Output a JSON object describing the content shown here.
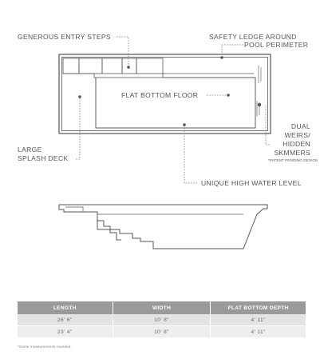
{
  "callouts": {
    "entry_steps": "GENEROUS ENTRY STEPS",
    "safety_ledge_line1": "SAFETY LEDGE AROUND",
    "safety_ledge_line2": "POOL PERIMETER",
    "flat_bottom": "FLAT BOTTOM FLOOR",
    "large_splash_line1": "LARGE",
    "large_splash_line2": "SPLASH DECK",
    "weirs_line1": "DUAL",
    "weirs_line2": "WEIRS/",
    "weirs_line3": "HIDDEN",
    "weirs_line4": "SKMMERS",
    "patent_note": "*PATENT PENDING DESIGN",
    "water_level": "UNIQUE HIGH WATER LEVEL"
  },
  "specs": {
    "headers": [
      "LENGTH",
      "WIDTH",
      "FLAT BOTTOM DEPTH"
    ],
    "rows": [
      [
        "26' 6\"",
        "10' 8\"",
        "4' 11\""
      ],
      [
        "23' 4\"",
        "10' 8\"",
        "4' 11\""
      ]
    ]
  },
  "footnote": "*Some measurements rounded",
  "colors": {
    "line": "#555555",
    "leader": "#777777",
    "header_bg": "#9a9a9a"
  }
}
